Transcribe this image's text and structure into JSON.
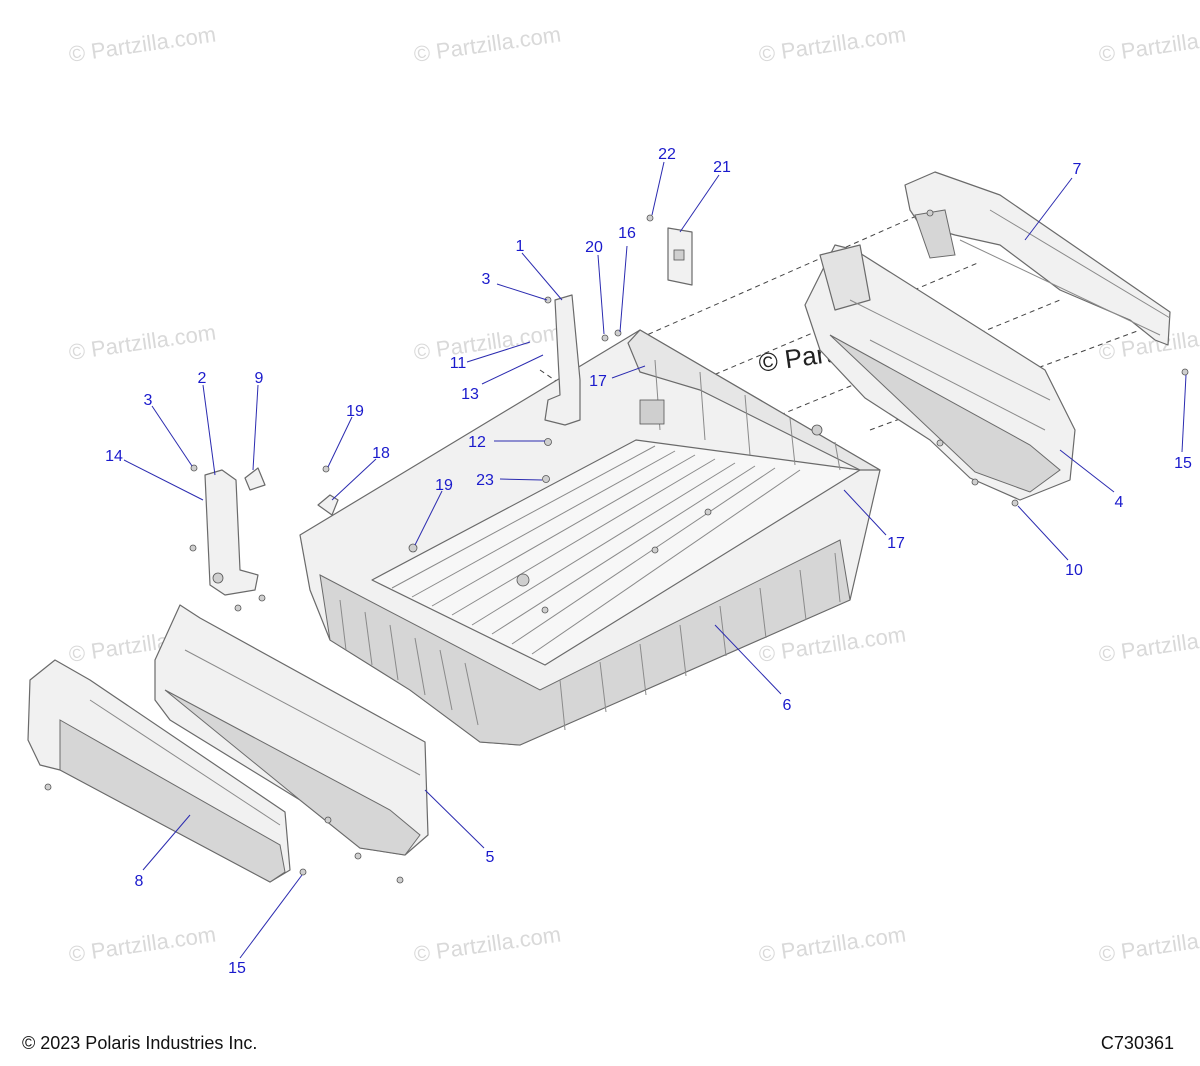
{
  "watermark": "© Partzilla.com",
  "footer": {
    "copyright": "© 2023 Polaris Industries Inc.",
    "drawing_number": "C730361"
  },
  "callouts": [
    "1",
    "2",
    "3",
    "3",
    "4",
    "5",
    "6",
    "7",
    "8",
    "9",
    "10",
    "11",
    "12",
    "13",
    "14",
    "15",
    "15",
    "16",
    "17",
    "17",
    "18",
    "19",
    "19",
    "20",
    "21",
    "22",
    "23"
  ],
  "colors": {
    "callout": "#1a1acc",
    "line": "#6a6a6a",
    "watermark": "#d9d9d9"
  }
}
